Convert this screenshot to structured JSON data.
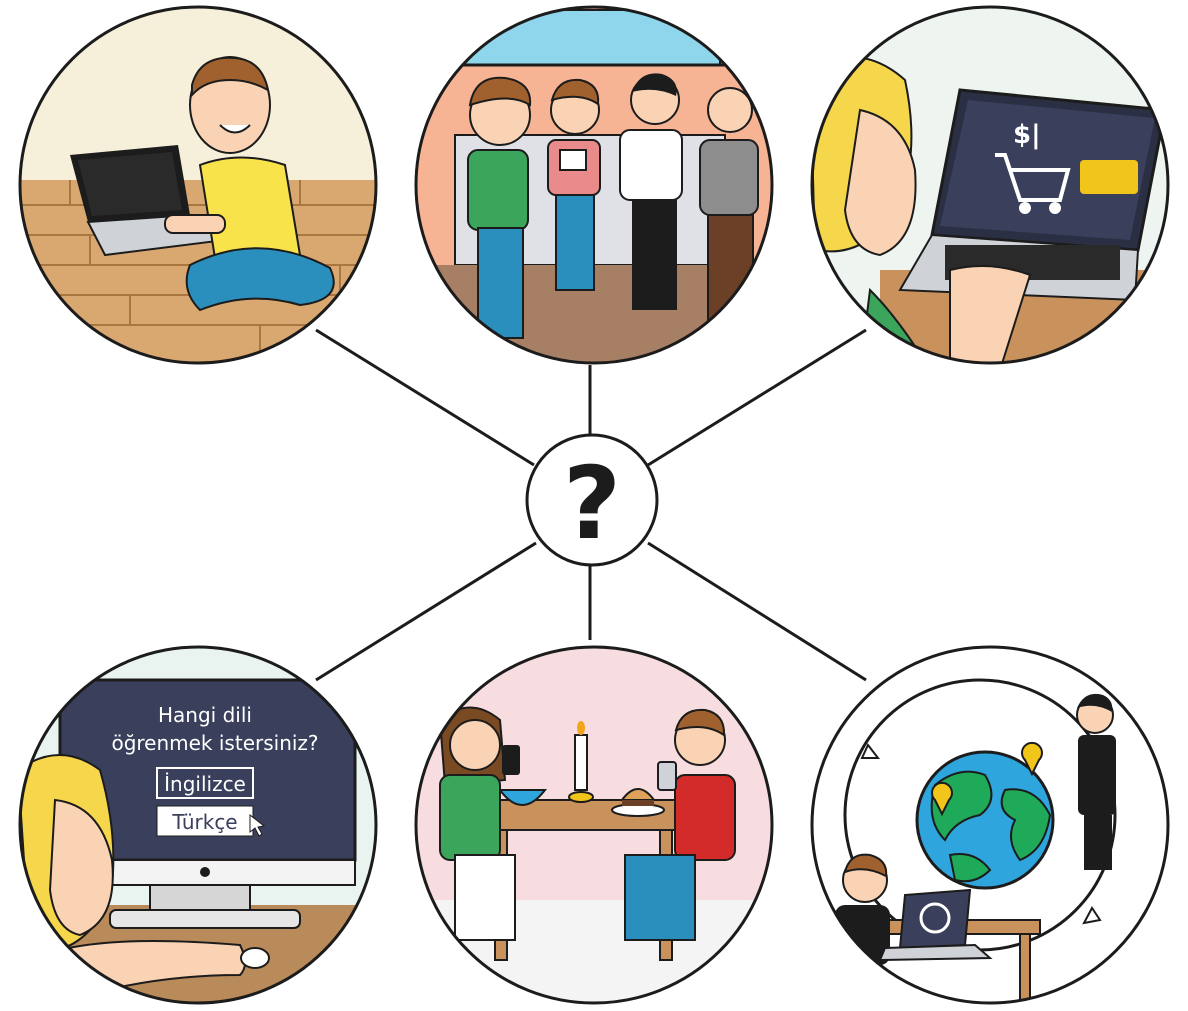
{
  "center": {
    "symbol": "?"
  },
  "scenes": [
    {
      "id": "home-laptop",
      "description_icon": "person-laptop-sitting-icon"
    },
    {
      "id": "subway-commute",
      "description_icon": "commuters-phones-icon"
    },
    {
      "id": "online-shopping",
      "description_icon": "shopping-cart-payment-icon",
      "screen_price": "$|"
    },
    {
      "id": "language-choice",
      "description_icon": "language-selection-icon",
      "prompt_line1": "Hangi dili",
      "prompt_line2": "öğrenmek istersiniz?",
      "option_1": "İngilizce",
      "option_2": "Türkçe"
    },
    {
      "id": "dinner-date",
      "description_icon": "couple-dinner-phones-icon"
    },
    {
      "id": "global-call",
      "description_icon": "globe-call-icon"
    }
  ],
  "colors": {
    "outline": "#1c1c1c",
    "skin": "#f9d3b4",
    "wood": "#c9915b",
    "screen": "#3a3f5c",
    "globe_water": "#2ea5dc",
    "globe_land": "#1faa5a",
    "card": "#f2c51a"
  }
}
